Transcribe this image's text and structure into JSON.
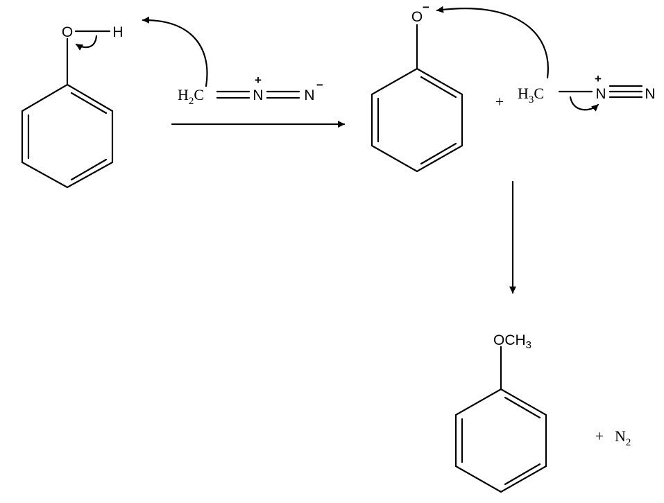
{
  "reactant": {
    "phenol": {
      "o": "O",
      "h": "H"
    },
    "diazomethane": {
      "h": "H",
      "h_sub": "2",
      "c": "C",
      "n1": "N",
      "n1_charge": "+",
      "n2": "N",
      "n2_charge": "−"
    }
  },
  "intermediate": {
    "phenoxide": {
      "o": "O",
      "o_charge": "−"
    },
    "plus": "+",
    "methyldiazonium": {
      "h": "H",
      "h_sub": "3",
      "c": "C",
      "n1": "N",
      "n1_charge": "+",
      "n2": "N"
    }
  },
  "product": {
    "anisole": {
      "och": "OCH",
      "och_sub": "3"
    },
    "plus": "+",
    "nitrogen": {
      "n": "N",
      "n_sub": "2"
    }
  },
  "colors": {
    "ink": "#000000",
    "background": "#ffffff"
  }
}
